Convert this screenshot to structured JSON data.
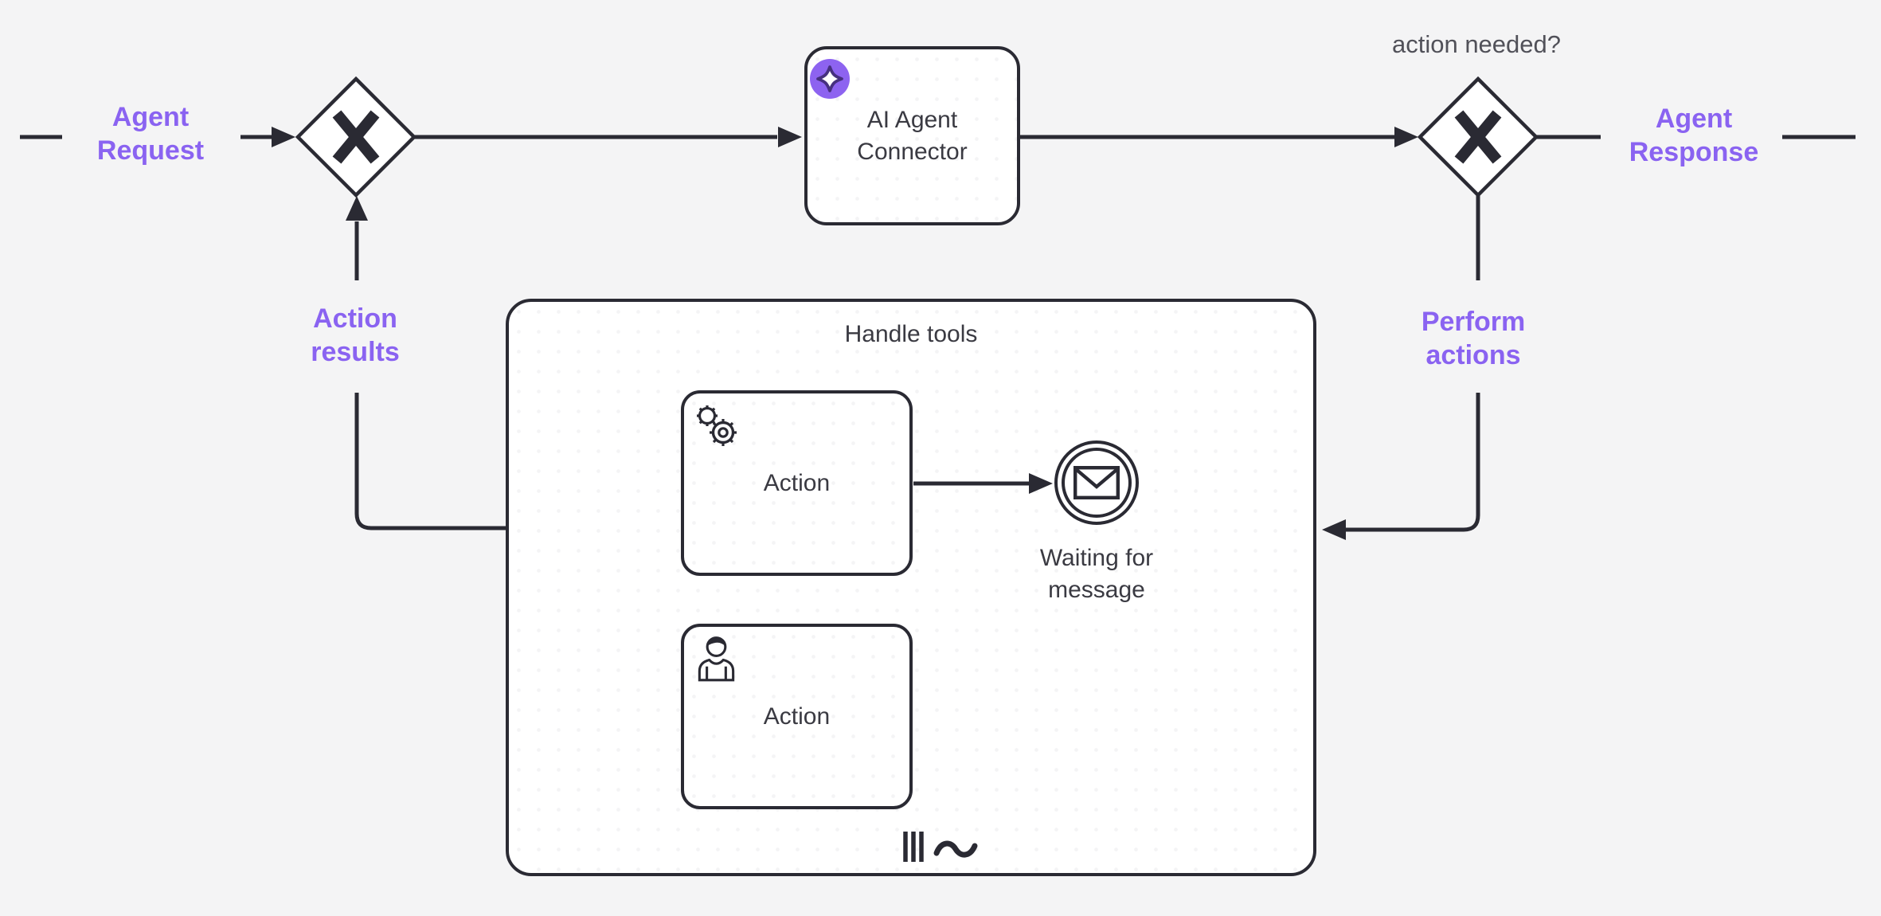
{
  "colors": {
    "background": "#f4f4f5",
    "stroke": "#2a2a33",
    "node_fill": "#ffffff",
    "node_text": "#3a3a42",
    "edge_label_text": "#8a63f1",
    "condition_label_text": "#515159",
    "badge_fill": "#8d63f0",
    "badge_star_outline": "#46307f"
  },
  "edge_labels": {
    "agent_request": "Agent Request",
    "action_results": "Action results",
    "perform_actions": "Perform actions",
    "agent_response": "Agent Response",
    "action_needed": "action needed?"
  },
  "nodes": {
    "ai_agent_connector": {
      "label": "AI Agent Connector",
      "icon": "sparkle-icon"
    },
    "handle_tools": {
      "label": "Handle tools",
      "markers": [
        "parallel-multi-instance",
        "ad-hoc-tilde"
      ]
    },
    "action_service": {
      "label": "Action",
      "icon": "gears-icon"
    },
    "action_user": {
      "label": "Action",
      "icon": "user-icon"
    },
    "waiting_for_message": {
      "label": "Waiting for message",
      "icon": "envelope-icon"
    }
  }
}
